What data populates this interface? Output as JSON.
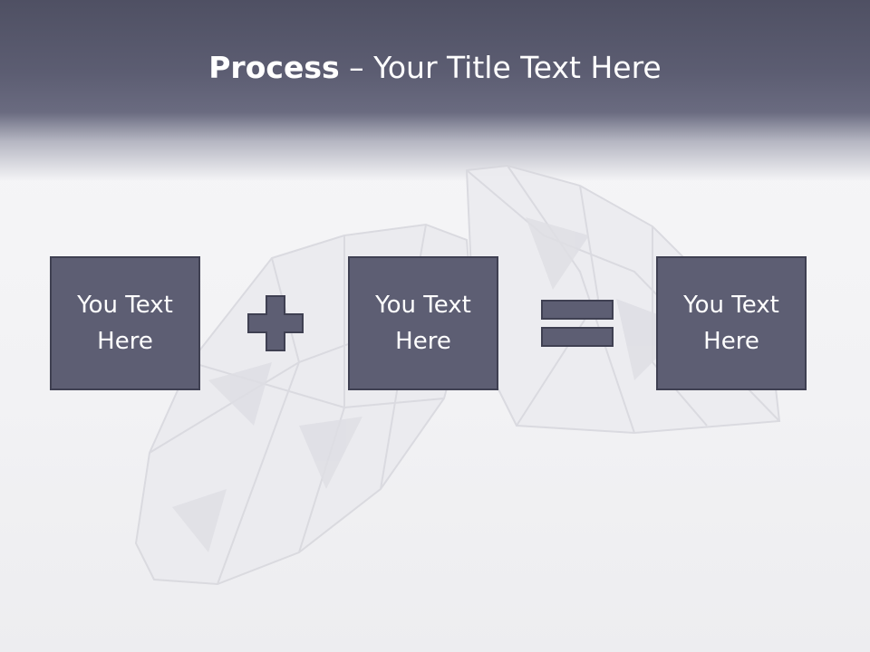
{
  "title": {
    "bold": "Process",
    "rest": " – Your Title Text Here"
  },
  "boxes": [
    {
      "text": "You Text Here"
    },
    {
      "text": "You Text Here"
    },
    {
      "text": "You Text Here"
    }
  ],
  "operators": [
    "plus",
    "equals"
  ],
  "colors": {
    "header": "#5c5d72",
    "box": "#5d5e73",
    "box_border": "#3f4052",
    "text": "#ffffff"
  },
  "icons": [
    "diamond-illustration",
    "plus-icon",
    "equals-icon"
  ]
}
